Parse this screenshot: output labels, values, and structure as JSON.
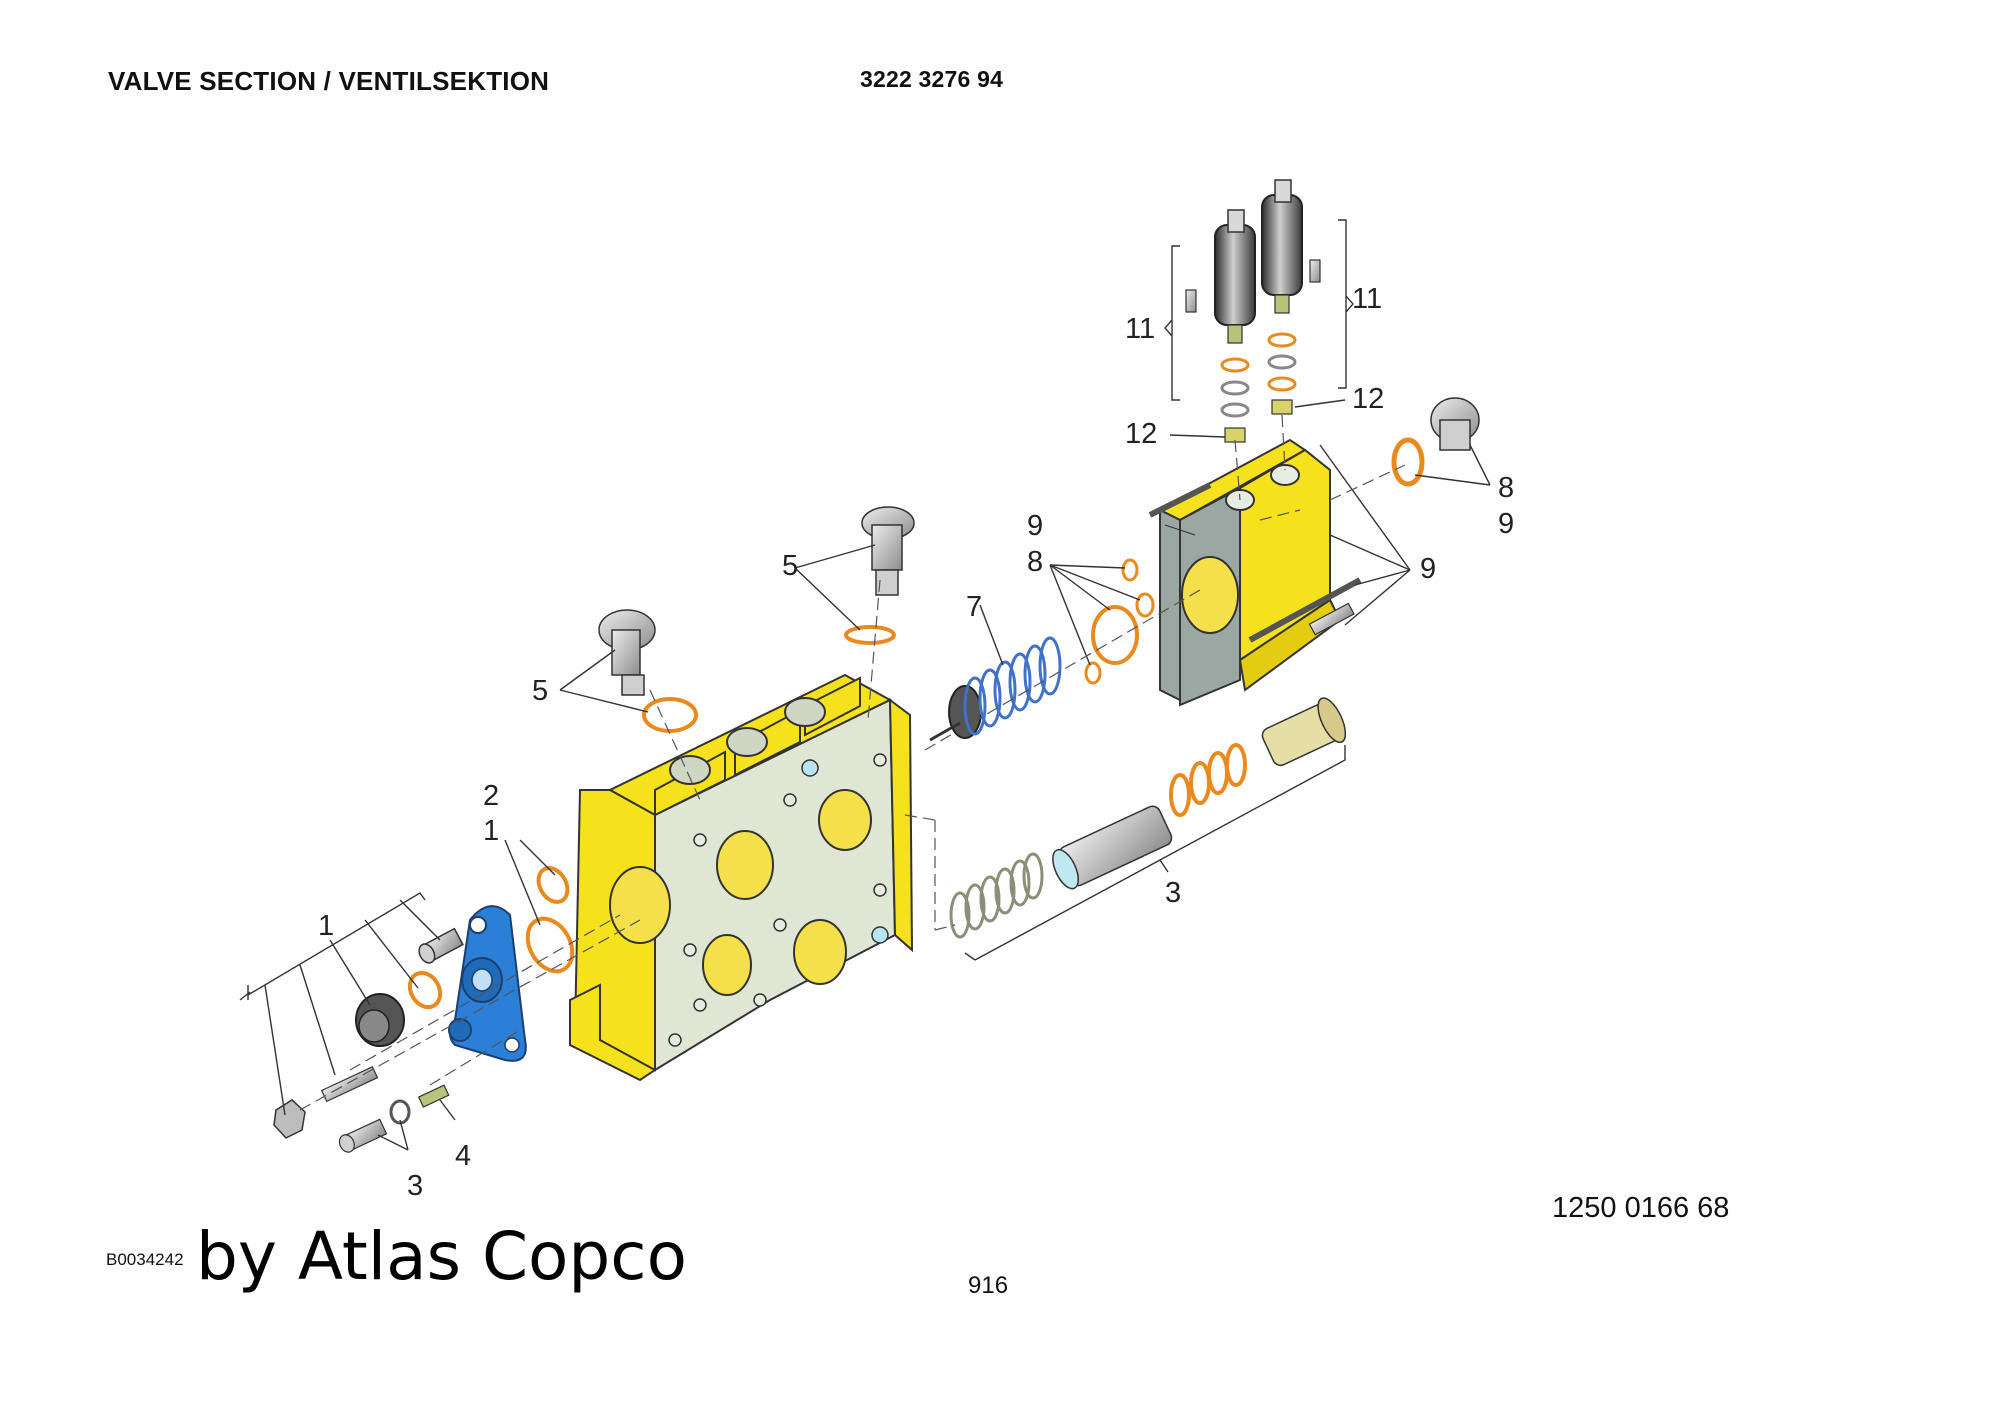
{
  "header": {
    "title": "VALVE SECTION / VENTILSEKTION",
    "part_number": "3222 3276 94"
  },
  "callouts": {
    "c1_top": "1",
    "c1_left": "1",
    "c2": "2",
    "c3_bottom": "3",
    "c3_right": "3",
    "c4": "4",
    "c5_left": "5",
    "c5_right": "5",
    "c7": "7",
    "c8_mid": "8",
    "c9_mid": "9",
    "c8_right": "8",
    "c9_right_a": "9",
    "c9_right_b": "9",
    "c11_left": "11",
    "c11_right": "11",
    "c12_left": "12",
    "c12_right": "12"
  },
  "footer": {
    "reference_code": "B0034242",
    "brand": "by Atlas Copco",
    "document_number": "1250 0166 68",
    "page_number": "916"
  },
  "colors": {
    "housing_yellow": "#f5e21c",
    "housing_face": "#dfe6d3",
    "cover_blue": "#2b7fd6",
    "seal_orange": "#e98a1e",
    "spring_blue": "#3f72c8",
    "coil_grey": "#4a4a4a",
    "plate_grey": "#9aa7a2"
  }
}
